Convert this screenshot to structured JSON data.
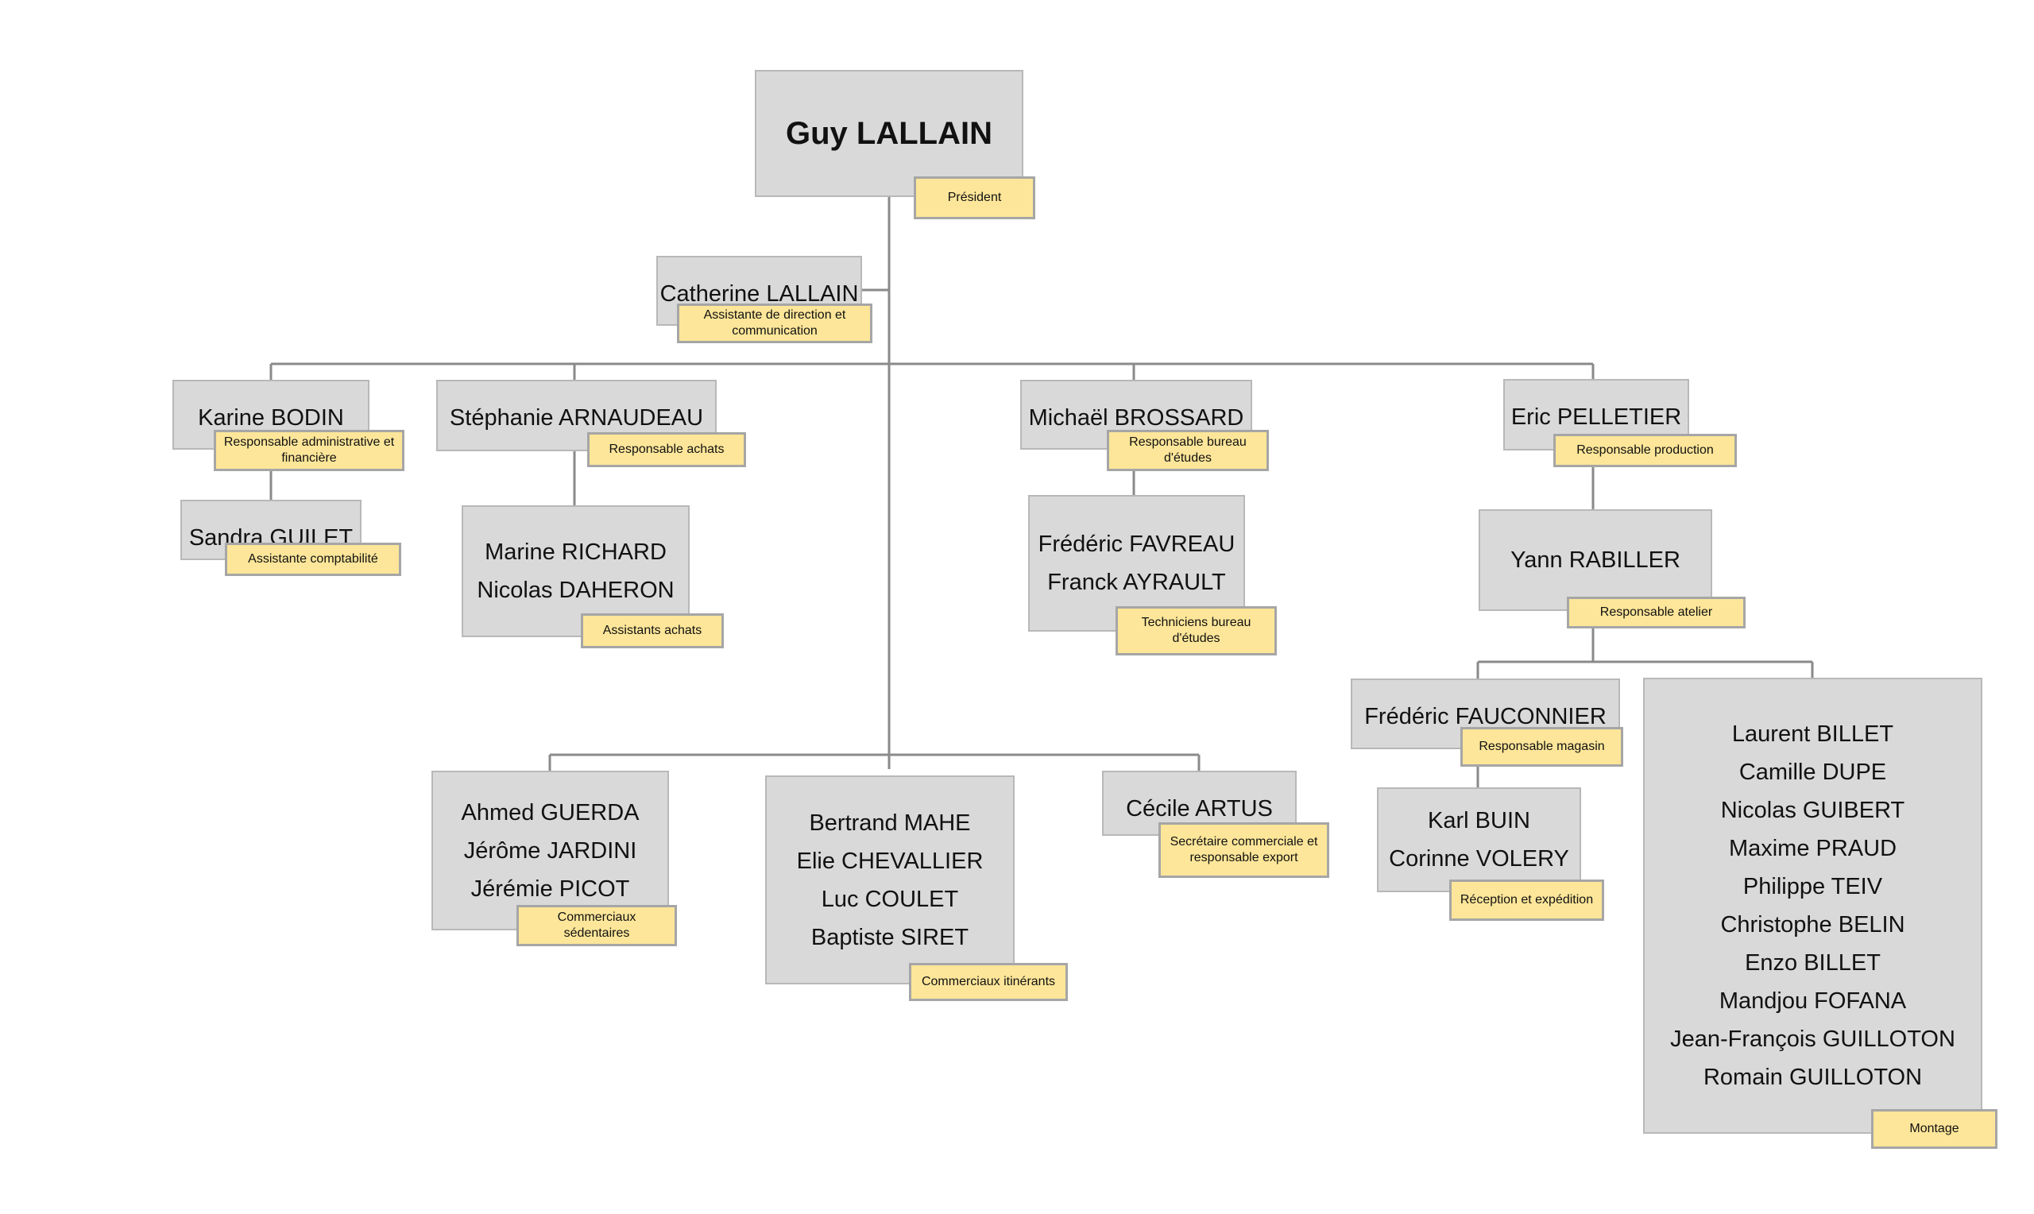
{
  "nodes": [
    {
      "id": "president",
      "names": [
        "Guy LALLAIN"
      ],
      "role": "Président"
    },
    {
      "id": "assistant-direction",
      "names": [
        "Catherine LALLAIN"
      ],
      "role": "Assistante de direction et communication"
    },
    {
      "id": "admin-fin",
      "names": [
        "Karine BODIN"
      ],
      "role": "Responsable administrative et financière"
    },
    {
      "id": "compta",
      "names": [
        "Sandra GUILET"
      ],
      "role": "Assistante comptabilité"
    },
    {
      "id": "achats",
      "names": [
        "Stéphanie ARNAUDEAU"
      ],
      "role": "Responsable achats"
    },
    {
      "id": "assistants-achats",
      "names": [
        "Marine RICHARD",
        "Nicolas DAHERON"
      ],
      "role": "Assistants achats"
    },
    {
      "id": "bureau-etudes",
      "names": [
        "Michaël BROSSARD"
      ],
      "role": "Responsable bureau d'études"
    },
    {
      "id": "techniciens",
      "names": [
        "Frédéric FAVREAU",
        "Franck AYRAULT"
      ],
      "role": "Techniciens bureau d'études"
    },
    {
      "id": "production",
      "names": [
        "Eric PELLETIER"
      ],
      "role": "Responsable production"
    },
    {
      "id": "atelier",
      "names": [
        "Yann RABILLER"
      ],
      "role": "Responsable atelier"
    },
    {
      "id": "magasin",
      "names": [
        "Frédéric FAUCONNIER"
      ],
      "role": "Responsable magasin"
    },
    {
      "id": "reception",
      "names": [
        "Karl BUIN",
        "Corinne VOLERY"
      ],
      "role": "Réception et expédition"
    },
    {
      "id": "montage",
      "names": [
        "Laurent BILLET",
        "Camille DUPE",
        "Nicolas GUIBERT",
        "Maxime PRAUD",
        "Philippe TEIV",
        "Christophe BELIN",
        "Enzo BILLET",
        "Mandjou FOFANA",
        "Jean-François GUILLOTON",
        "Romain GUILLOTON"
      ],
      "role": "Montage"
    },
    {
      "id": "sedentaires",
      "names": [
        "Ahmed  GUERDA",
        "Jérôme JARDINI",
        "Jérémie PICOT"
      ],
      "role": "Commerciaux sédentaires"
    },
    {
      "id": "itinerants",
      "names": [
        "Bertrand  MAHE",
        "Elie CHEVALLIER",
        "Luc COULET",
        "Baptiste SIRET"
      ],
      "role": "Commerciaux itinérants"
    },
    {
      "id": "secretaire",
      "names": [
        "Cécile ARTUS"
      ],
      "role": "Secrétaire commerciale et responsable export"
    }
  ]
}
